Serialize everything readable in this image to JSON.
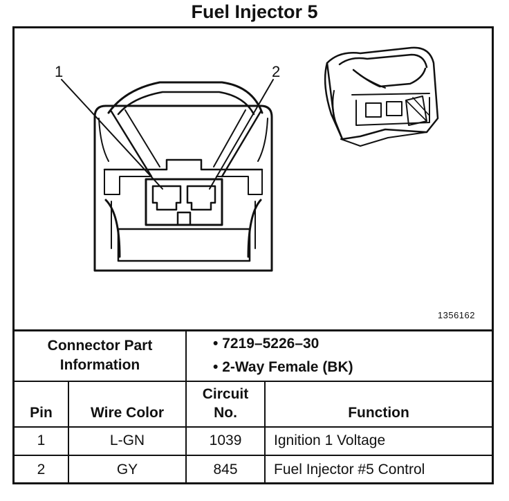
{
  "title": "Fuel Injector 5",
  "figure": {
    "callout_1": "1",
    "callout_2": "2",
    "figure_number": "1356162"
  },
  "connector_info": {
    "label": "Connector Part Information",
    "items": [
      "7219–5226–30",
      "2-Way Female (BK)"
    ]
  },
  "table": {
    "headers": {
      "pin": "Pin",
      "wire_color": "Wire Color",
      "circuit_no": "Circuit No.",
      "function": "Function"
    },
    "rows": [
      {
        "pin": "1",
        "wire_color": "L-GN",
        "circuit_no": "1039",
        "function": "Ignition 1 Voltage"
      },
      {
        "pin": "2",
        "wire_color": "GY",
        "circuit_no": "845",
        "function": "Fuel Injector #5 Control"
      }
    ]
  }
}
